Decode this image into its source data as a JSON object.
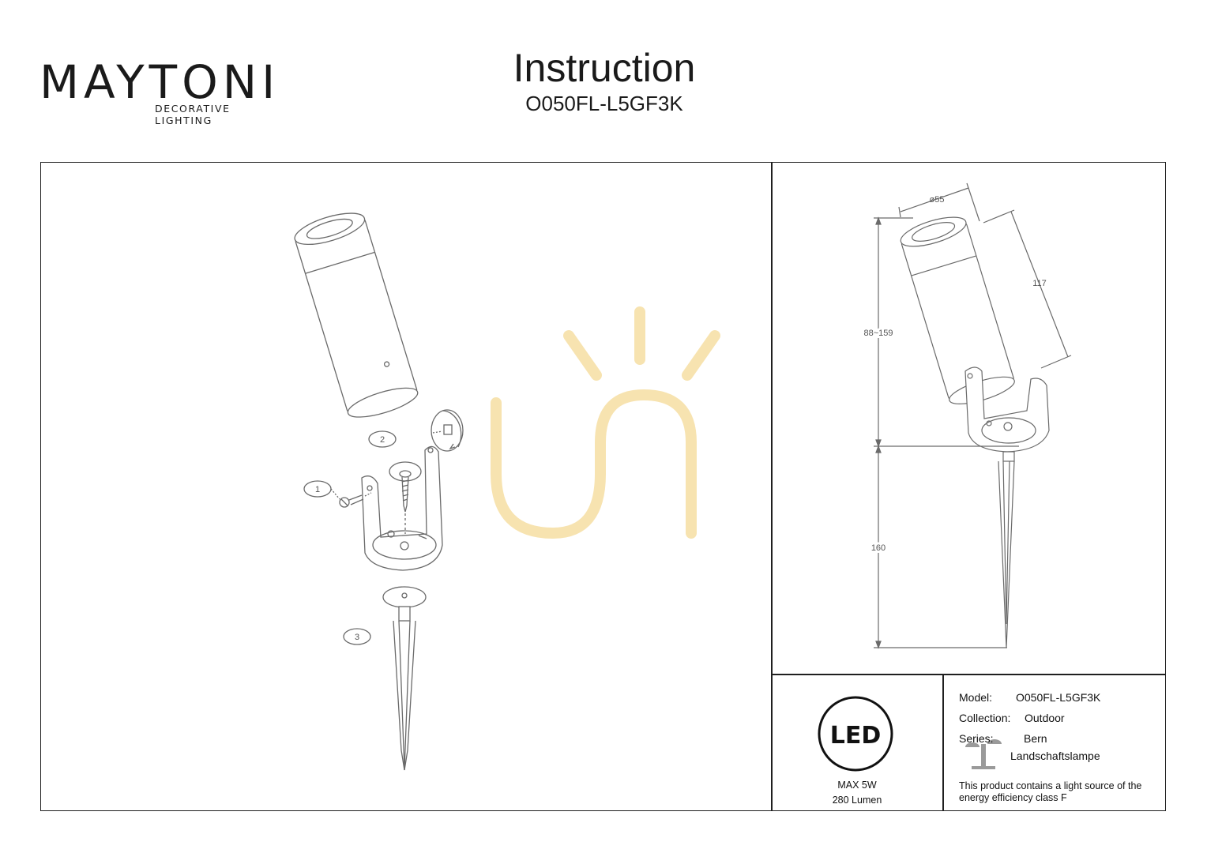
{
  "brand": {
    "name": "MAYTONI",
    "tagline": "DECORATIVE LIGHTING"
  },
  "header": {
    "title": "Instruction",
    "model_code": "O050FL-L5GF3K"
  },
  "assembly": {
    "steps": [
      "1",
      "2",
      "3"
    ]
  },
  "dimensions": {
    "diameter": "ø55",
    "length": "117",
    "height_range": "88~159",
    "spike_length": "160"
  },
  "led": {
    "badge": "LED",
    "max_power": "MAX 5W",
    "lumen": "280 Lumen"
  },
  "specs": {
    "model_label": "Model:",
    "model_value": "O050FL-L5GF3K",
    "collection_label": "Collection:",
    "collection_value": "Outdoor",
    "series_label": "Series:",
    "series_value": "Bern",
    "type_value": "Landschaftslampe",
    "energy_note": "This product contains a light source of the energy efficiency class F"
  },
  "colors": {
    "line": "#1f1f1f",
    "drawing": "#6a6a6a",
    "watermark": "#f7e3b0",
    "brand_accent": "#6b1f5a"
  }
}
